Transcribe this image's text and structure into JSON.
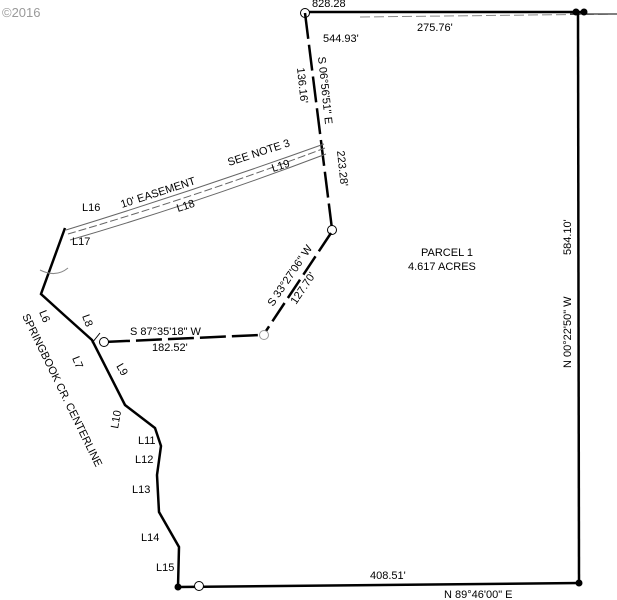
{
  "copyright": "©2016",
  "parcel": {
    "name": "PARCEL 1",
    "area": "4.617 ACRES"
  },
  "creek": "SPRINGBOOK CR. CENTERLINE",
  "easement": {
    "label": "10' EASEMENT",
    "note": "SEE NOTE 3"
  },
  "dims": {
    "top_total": "828.28",
    "top_part": "275.76'",
    "west_upper": "544.93'",
    "west_upper_bearing": "S 06°56'51\" E",
    "west_upper_sub1": "136.16'",
    "west_upper_sub2": "223.28'",
    "diag_bearing": "S 33°27'06\" W",
    "diag_length": "127.70'",
    "mid_bearing": "S 87°35'18\" W",
    "mid_length": "182.52'",
    "east_bearing": "N 00°22'50\" W",
    "east_length": "584.10'",
    "south_length": "408.51'",
    "south_bearing": "N 89°46'00\" E"
  },
  "lines": {
    "L6": "L6",
    "L7": "L7",
    "L8": "L8",
    "L9": "L9",
    "L10": "L10",
    "L11": "L11",
    "L12": "L12",
    "L13": "L13",
    "L14": "L14",
    "L15": "L15",
    "L16": "L16",
    "L17": "L17",
    "L18": "L18",
    "L19": "L19"
  }
}
